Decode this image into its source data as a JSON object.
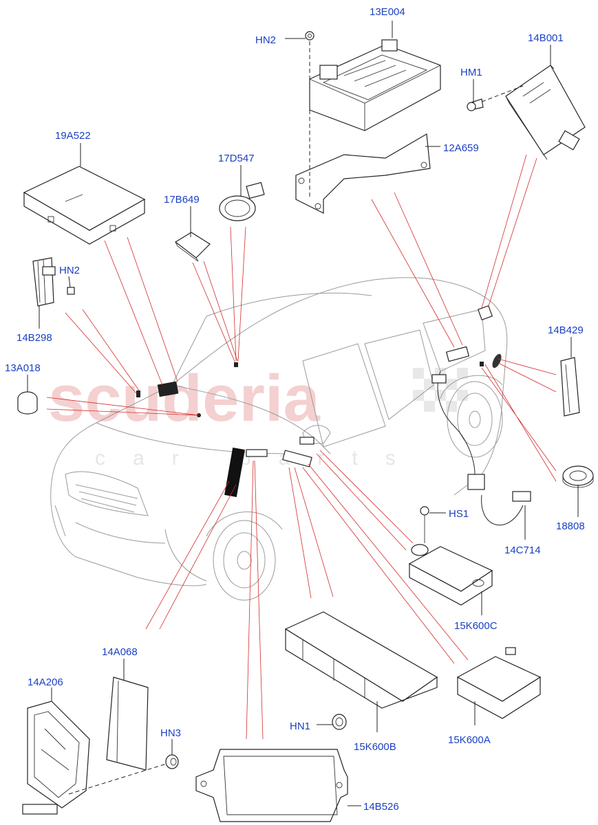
{
  "watermark": {
    "main": "scuderia",
    "sub": "car parts"
  },
  "callouts": [
    {
      "id": "13e004",
      "label": "13E004"
    },
    {
      "id": "hn2-top",
      "label": "HN2"
    },
    {
      "id": "14b001",
      "label": "14B001"
    },
    {
      "id": "hm1",
      "label": "HM1"
    },
    {
      "id": "12a659",
      "label": "12A659"
    },
    {
      "id": "19a522",
      "label": "19A522"
    },
    {
      "id": "17d547",
      "label": "17D547"
    },
    {
      "id": "17b649",
      "label": "17B649"
    },
    {
      "id": "hn2-left",
      "label": "HN2"
    },
    {
      "id": "14b298",
      "label": "14B298"
    },
    {
      "id": "13a018",
      "label": "13A018"
    },
    {
      "id": "14b429",
      "label": "14B429"
    },
    {
      "id": "18808",
      "label": "18808"
    },
    {
      "id": "hs1",
      "label": "HS1"
    },
    {
      "id": "14c714",
      "label": "14C714"
    },
    {
      "id": "15k600c",
      "label": "15K600C"
    },
    {
      "id": "14a068",
      "label": "14A068"
    },
    {
      "id": "14a206",
      "label": "14A206"
    },
    {
      "id": "hn3",
      "label": "HN3"
    },
    {
      "id": "hn1",
      "label": "HN1"
    },
    {
      "id": "15k600b",
      "label": "15K600B"
    },
    {
      "id": "15k600a",
      "label": "15K600A"
    },
    {
      "id": "14b526",
      "label": "14B526"
    }
  ]
}
